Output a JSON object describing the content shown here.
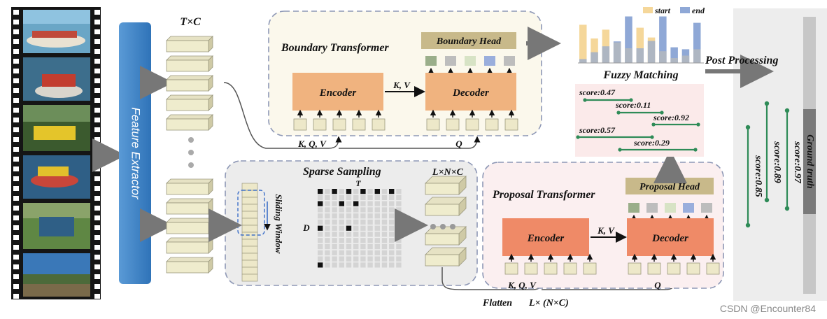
{
  "feature_extractor": "Feature Extractor",
  "tc_label": "T×C",
  "boundary_transformer": {
    "title": "Boundary Transformer",
    "head": "Boundary Head",
    "encoder": "Encoder",
    "decoder": "Decoder",
    "kv": "K, V",
    "kqv": "K, Q, V",
    "q": "Q"
  },
  "sparse_sampling": {
    "title": "Sparse Sampling",
    "t_label": "T",
    "d_label": "D",
    "sliding_window": "Sliding Window",
    "grid_rows": 12,
    "grid_cols": 12,
    "filled_cells": [
      [
        0,
        0
      ],
      [
        0,
        2
      ],
      [
        0,
        4
      ],
      [
        0,
        6
      ],
      [
        0,
        8
      ],
      [
        0,
        10
      ],
      [
        2,
        0
      ],
      [
        2,
        3
      ],
      [
        2,
        5
      ],
      [
        6,
        0
      ],
      [
        6,
        4
      ],
      [
        12,
        0
      ]
    ]
  },
  "lnc_label": "L×N×C",
  "flatten_label": "Flatten",
  "flatten_dims": "L× (N×C)",
  "proposal_transformer": {
    "title": "Proposal Transformer",
    "head": "Proposal Head",
    "encoder": "Encoder",
    "decoder": "Decoder",
    "kv": "K, V",
    "kqv": "K, Q, V",
    "q": "Q"
  },
  "fuzzy_matching": {
    "title": "Fuzzy Matching",
    "legend_start": "start",
    "legend_end": "end",
    "colors": {
      "start": "#f5d79a",
      "end": "#8fa8d6",
      "overlap": "#aeb6c2"
    },
    "bars_start": [
      0.78,
      0.5,
      0.68,
      0.42,
      0.3,
      0.72,
      0.52,
      0.24,
      0.1,
      0.15,
      0.28
    ],
    "bars_end": [
      0.08,
      0.22,
      0.34,
      0.44,
      0.95,
      0.3,
      0.45,
      0.95,
      0.32,
      0.28,
      0.82
    ]
  },
  "scores": [
    "score:0.47",
    "score:0.11",
    "score:0.92",
    "score:0.57",
    "score:0.29"
  ],
  "post_processing": "Post Processing",
  "ground_truth": {
    "label": "Ground truth",
    "scores": [
      "score:0.85",
      "score:0.89",
      "score:0.97"
    ]
  },
  "watermark": "CSDN @Encounter84",
  "colors": {
    "feature_extractor": "#3c84c8",
    "encoder_top": "#f0b37f",
    "decoder_top": "#f0b37f",
    "encoder_bottom": "#ef8a67",
    "decoder_bottom": "#ef8a67",
    "head": "#c8b98a",
    "token": "#ede8c9",
    "score_line": "#2e8b57"
  }
}
